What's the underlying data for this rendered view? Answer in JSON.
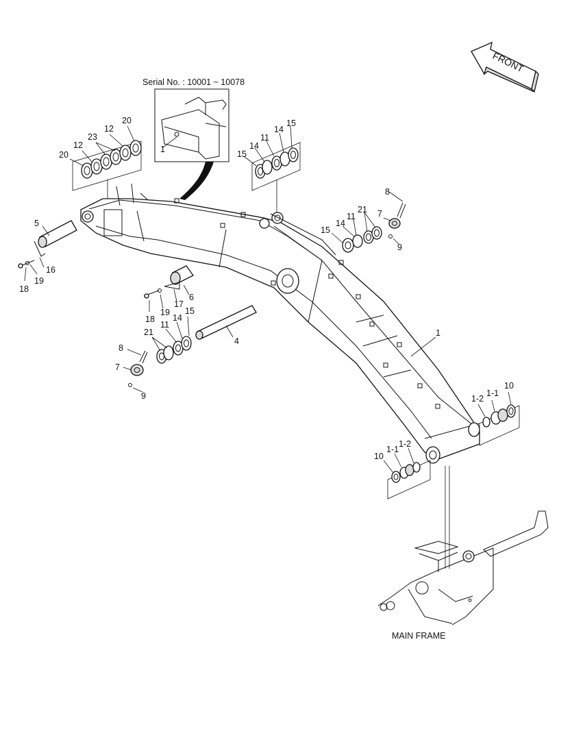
{
  "serial_caption": "Serial No. : 10001 ~ 10078",
  "front_label": "FRONT",
  "main_frame_label": "MAIN FRAME",
  "callouts": {
    "c1_inset": "1",
    "c1_boom": "1",
    "c4": "4",
    "c5": "5",
    "c6": "6",
    "c7_right": "7",
    "c7_left": "7",
    "c8_right": "8",
    "c8_left": "8",
    "c9_right": "9",
    "c9_left": "9",
    "c10_right": "10",
    "c10_left": "10",
    "c11_top": "11",
    "c11_mid": "11",
    "c11_left": "11",
    "c12_a": "12",
    "c12_b": "12",
    "c14_top": "14",
    "c14_top2": "14",
    "c14_mid": "14",
    "c14_left": "14",
    "c15_top": "15",
    "c15_top2": "15",
    "c15_mid": "15",
    "c15_left": "15",
    "c16": "16",
    "c17": "17",
    "c18_a": "18",
    "c18_b": "18",
    "c19_a": "19",
    "c19_b": "19",
    "c20_a": "20",
    "c20_b": "20",
    "c21_right": "21",
    "c21_left": "21",
    "c23": "23",
    "c1_1_right": "1-1",
    "c1_2_right": "1-2",
    "c1_1_left": "1-1",
    "c1_2_left": "1-2"
  }
}
